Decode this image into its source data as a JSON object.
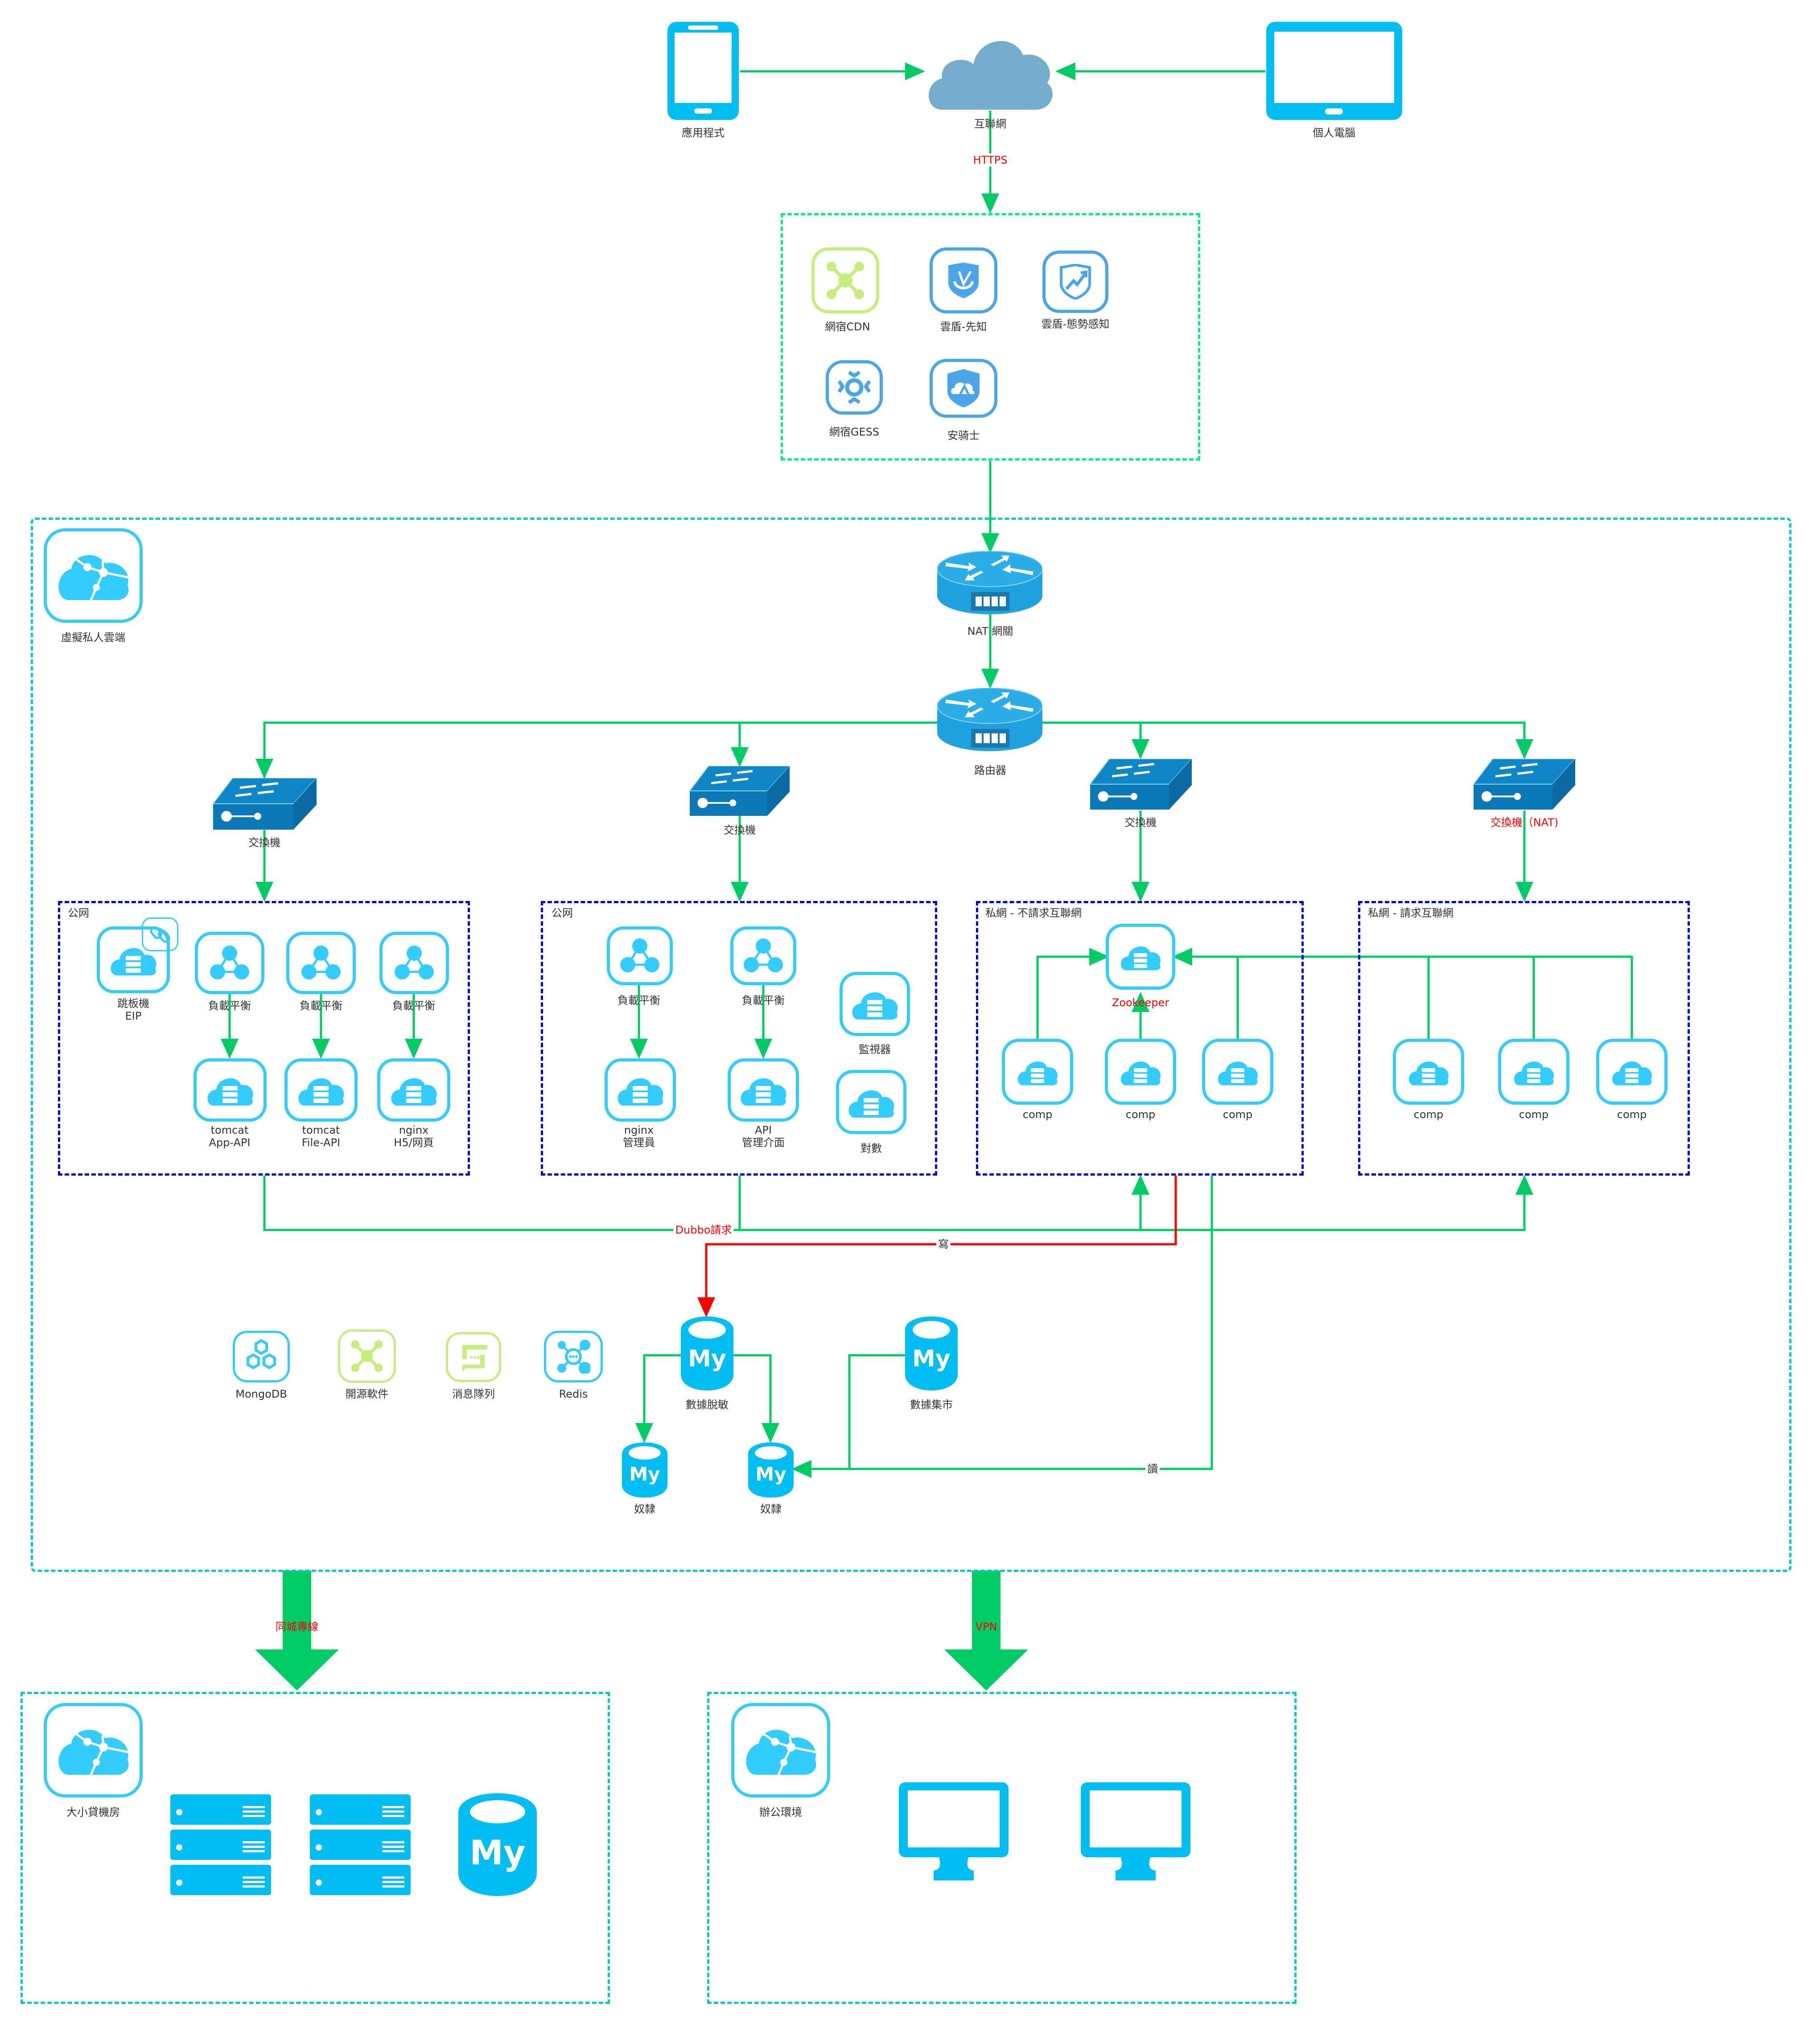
{
  "colors": {
    "device_blue": "#00bdf2",
    "tile_cyan": "#33ccff",
    "tile_blue": "#4aa6e8",
    "tile_lime": "#c6ee7c",
    "wire_green": "#00cc66",
    "wire_red": "#ff0000",
    "zone_blue": "#0000dd",
    "region_teal": "#00cccc",
    "security_green": "#00ee88",
    "router_blue": "#1fa3e0",
    "switch_blue": "#0b78b8",
    "internet_cloud": "#77adcc"
  },
  "clients": {
    "app": {
      "label": "應用程式",
      "icon": "smartphone-icon"
    },
    "internet": {
      "label": "互聯網",
      "icon": "cloud-icon"
    },
    "pc": {
      "label": "個人電腦",
      "icon": "tablet-icon"
    },
    "https_label": "HTTPS"
  },
  "security": {
    "items": [
      {
        "label": "網宿CDN",
        "icon": "cdn-icon"
      },
      {
        "label": "雲盾-先知",
        "icon": "shield-arrow-icon"
      },
      {
        "label": "雲盾-態勢感知",
        "icon": "shield-trend-icon"
      },
      {
        "label": "網宿GESS",
        "icon": "gear-icon"
      },
      {
        "label": "安骑士",
        "icon": "shield-cloud-icon"
      }
    ]
  },
  "vpc": {
    "label": "虛擬私人雲端",
    "nat_label": "NAT 網關",
    "router_label": "路由器",
    "switches": [
      {
        "label": "交換機"
      },
      {
        "label": "交換機"
      },
      {
        "label": "交換機"
      },
      {
        "label": "交換機（NAT)"
      }
    ],
    "zones": [
      {
        "title": "公网",
        "jump": {
          "label_line1": "跳板機",
          "label_line2": "EIP"
        },
        "lbs": [
          {
            "label": "負載平衡"
          },
          {
            "label": "負載平衡"
          },
          {
            "label": "負載平衡"
          }
        ],
        "servers": [
          {
            "line1": "tomcat",
            "line2": "App-API"
          },
          {
            "line1": "tomcat",
            "line2": "File-API"
          },
          {
            "line1": "nginx",
            "line2": "H5/网頁"
          }
        ]
      },
      {
        "title": "公网",
        "lbs": [
          {
            "label": "負載平衡"
          },
          {
            "label": "負載平衡"
          }
        ],
        "servers": [
          {
            "line1": "nginx",
            "line2": "管理員"
          },
          {
            "line1": "API",
            "line2": "管理介面"
          }
        ],
        "extras": [
          {
            "label": "監視器"
          },
          {
            "label": "對數"
          }
        ]
      },
      {
        "title": "私網 - 不請求互聯網",
        "zookeeper_label": "Zookeeper",
        "comps": [
          {
            "label": "comp"
          },
          {
            "label": "comp"
          },
          {
            "label": "comp"
          }
        ]
      },
      {
        "title": "私網 - 請求互聯網",
        "comps": [
          {
            "label": "comp"
          },
          {
            "label": "comp"
          },
          {
            "label": "comp"
          }
        ]
      }
    ],
    "dubbo_label": "Dubbo請求",
    "write_label": "寫",
    "read_label": "讀",
    "middleware": [
      {
        "label": "MongoDB",
        "icon": "mongodb-icon"
      },
      {
        "label": "開源軟件",
        "icon": "opensource-icon"
      },
      {
        "label": "消息隊列",
        "icon": "message-queue-icon"
      },
      {
        "label": "Redis",
        "icon": "redis-icon"
      }
    ],
    "databases": {
      "master": {
        "label": "數據脫敏",
        "badge": "My"
      },
      "mart": {
        "label": "數據集市",
        "badge": "My"
      },
      "slaves": [
        {
          "label": "奴隸",
          "badge": "My"
        },
        {
          "label": "奴隸",
          "badge": "My"
        }
      ]
    }
  },
  "links": {
    "dedicated_line": "同城專線",
    "vpn": "VPN"
  },
  "idc": {
    "label": "大小貸機房",
    "servers": 2,
    "db_badge": "My"
  },
  "office": {
    "label": "辦公環境",
    "monitors": 2
  }
}
